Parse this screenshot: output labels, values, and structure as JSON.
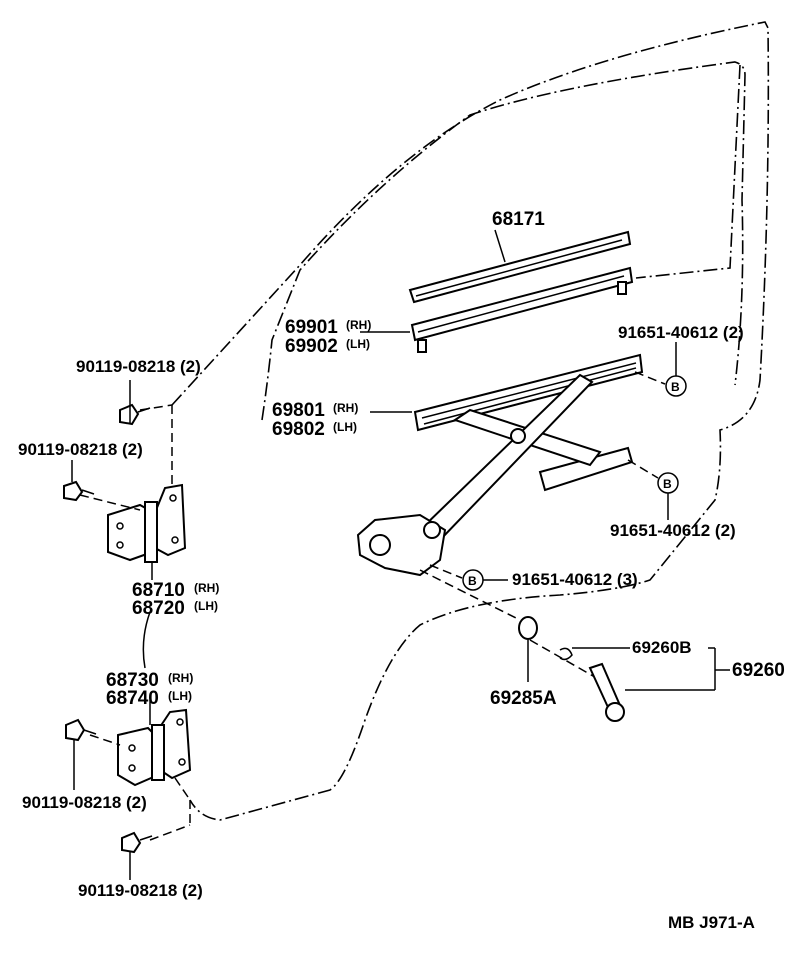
{
  "labels": {
    "p68171": "68171",
    "p69901": "69901",
    "p69902": "69902",
    "p69801": "69801",
    "p69802": "69802",
    "p91651_top": "91651-40612 (2)",
    "p91651_mid": "91651-40612 (2)",
    "p91651_low": "91651-40612 (3)",
    "p90119_a": "90119-08218 (2)",
    "p90119_b": "90119-08218 (2)",
    "p90119_c": "90119-08218 (2)",
    "p90119_d": "90119-08218 (2)",
    "p68710": "68710",
    "p68720": "68720",
    "p68730": "68730",
    "p68740": "68740",
    "p69260B": "69260B",
    "p69260": "69260",
    "p69285A": "69285A",
    "rh": "(RH)",
    "lh": "(LH)",
    "ref_b": "B",
    "footer": "MB  J971-A"
  }
}
